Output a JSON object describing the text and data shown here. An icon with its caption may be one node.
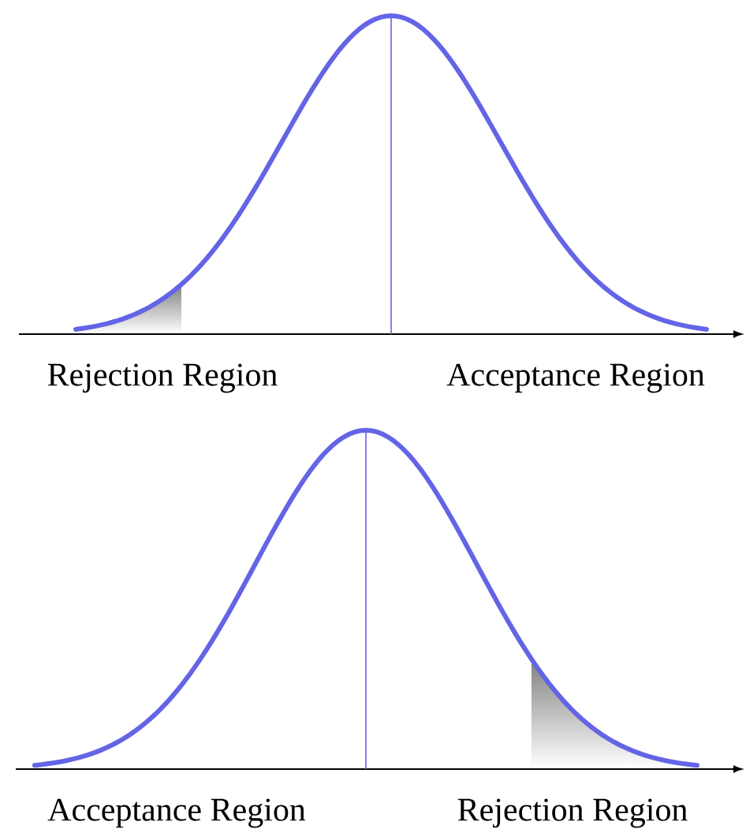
{
  "diagram": {
    "labels": [
      "Rejection Region",
      "Acceptance Region",
      "Acceptance Region",
      "Rejection Region"
    ]
  }
}
